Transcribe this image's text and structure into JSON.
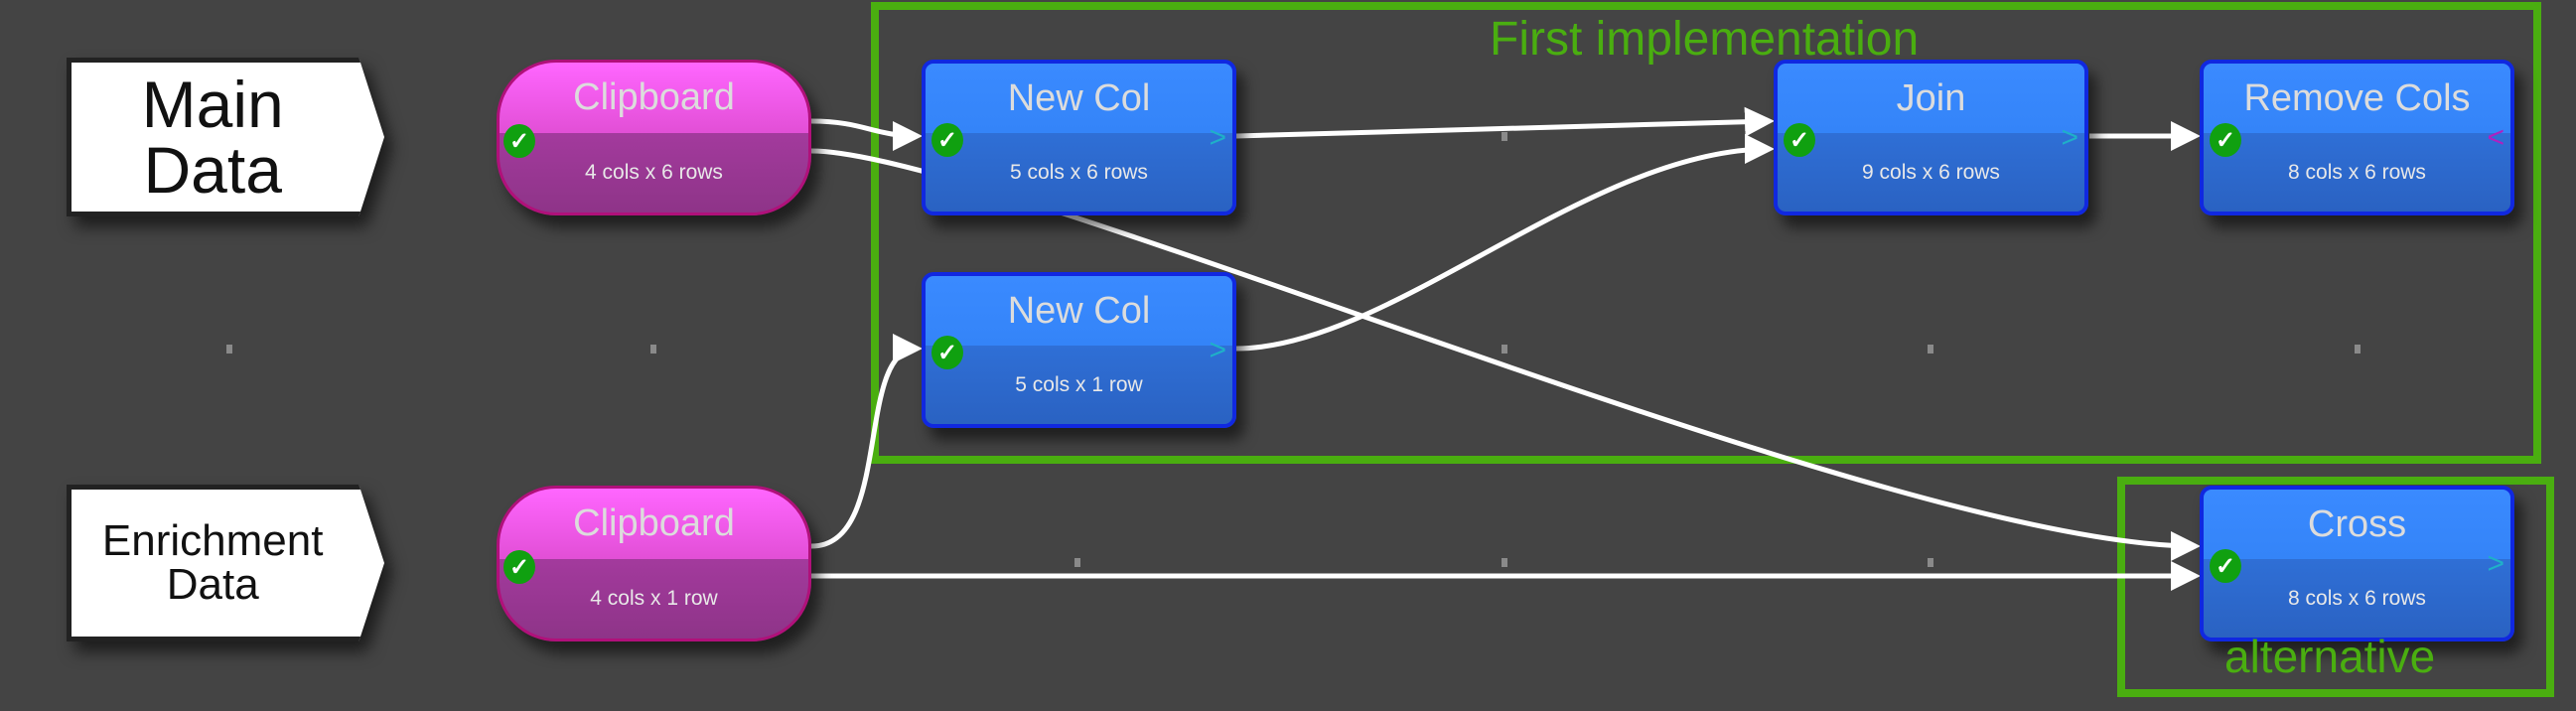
{
  "annotations": [
    {
      "id": "main",
      "text_lines": [
        "Main",
        "Data"
      ]
    },
    {
      "id": "enrichment",
      "text_lines": [
        "Enrichment",
        "Data"
      ]
    }
  ],
  "groups": [
    {
      "id": "first",
      "label": "First implementation"
    },
    {
      "id": "alt",
      "label": "alternative"
    }
  ],
  "nodes": [
    {
      "id": "clipboard1",
      "title": "Clipboard",
      "subtitle": "4 cols x 6 rows",
      "status": "ok"
    },
    {
      "id": "clipboard2",
      "title": "Clipboard",
      "subtitle": "4 cols x 1 row",
      "status": "ok"
    },
    {
      "id": "newcol1",
      "title": "New Col",
      "subtitle": "5 cols x 6 rows",
      "status": "ok"
    },
    {
      "id": "newcol2",
      "title": "New Col",
      "subtitle": "5 cols x 1 row",
      "status": "ok"
    },
    {
      "id": "join",
      "title": "Join",
      "subtitle": "9 cols x 6 rows",
      "status": "ok"
    },
    {
      "id": "removecols",
      "title": "Remove Cols",
      "subtitle": "8 cols x 6 rows",
      "status": "ok"
    },
    {
      "id": "cross",
      "title": "Cross",
      "subtitle": "8 cols x 6 rows",
      "status": "ok"
    }
  ],
  "icons": {
    "check": "✓",
    "port_out": ">",
    "port_back": "<"
  },
  "colors": {
    "group": "#4aae10",
    "clipboard": "#e24fd6",
    "process": "#3484f8",
    "check": "#10a010"
  }
}
